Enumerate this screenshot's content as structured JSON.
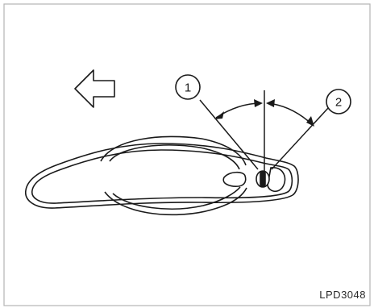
{
  "callouts": [
    {
      "label": "1"
    },
    {
      "label": "2"
    }
  ],
  "figure_code": "LPD3048",
  "direction_arrow": {
    "icon": "arrow-left-icon"
  },
  "colors": {
    "stroke": "#1a1a1a",
    "frame": "#b5b5b5",
    "background": "#ffffff"
  }
}
